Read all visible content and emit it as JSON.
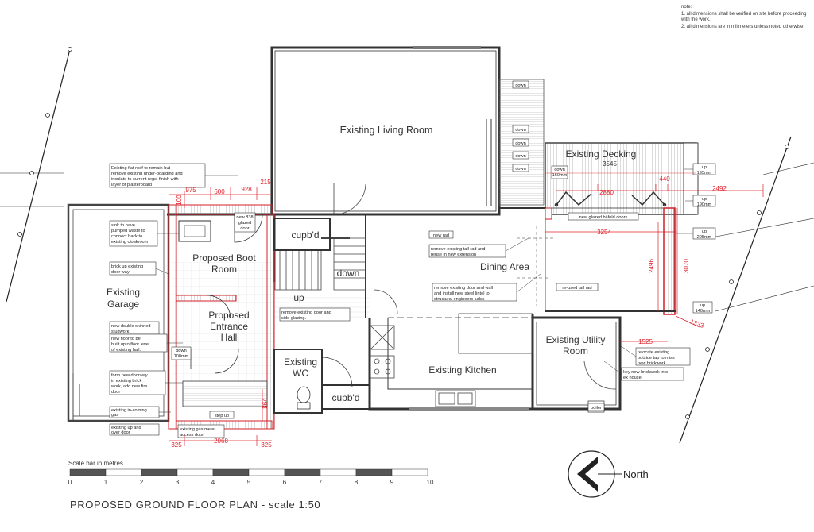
{
  "notes": {
    "heading": "note:",
    "items": [
      "1. all dimensions shall be verified on site before proceeding with the work.",
      "2. all dimensions are in milimeters unless noted otherwise."
    ]
  },
  "rooms": {
    "living": "Existing Living Room",
    "decking": "Existing Decking",
    "dining": "Dining Area",
    "kitchen": "Existing Kitchen",
    "utility_1": "Existing Utility",
    "utility_2": "Room",
    "garage_1": "Existing",
    "garage_2": "Garage",
    "boot_1": "Proposed Boot",
    "boot_2": "Room",
    "entrance_1": "Proposed",
    "entrance_2": "Entrance",
    "entrance_3": "Hall",
    "wc_1": "Existing",
    "wc_2": "WC",
    "cupbd_1": "cupb'd",
    "cupbd_2": "cupb'd",
    "stair_down": "down",
    "stair_up": "up"
  },
  "step_labels": {
    "down": "down",
    "step_up": "step up",
    "boiler": "boiler",
    "new_rad": "new rad",
    "reused_rad": "re-used tall rad",
    "glazed_bifold": "new glazed bi-fold doors",
    "new_838": "new 838",
    "glazed": "glazed",
    "door": "door",
    "down_100": "down",
    "down_100b": "100mm",
    "down_deck_a": "down",
    "down_deck_b": "160mm"
  },
  "callouts": {
    "flat_roof": [
      "Existing flat roof to remain but -",
      "remove existing under-boarding and",
      "insulate to current regs, finish with",
      "layer of plasterboard"
    ],
    "sink": [
      "sink to have",
      "pumped waste to",
      "connect back to",
      "existing cloakroom"
    ],
    "brick_up": [
      "brick up existing",
      "door way"
    ],
    "double_skinned": [
      "new double skinned",
      "studwork"
    ],
    "new_floor": [
      "new floor to be",
      "built upto floor level",
      "of existing hall."
    ],
    "form_doorway": [
      "form new doorway",
      "in existing brick",
      "work, add new fire",
      "door"
    ],
    "incoming_gas": [
      "existing in-coming",
      "gas"
    ],
    "up_over": [
      "existing up and",
      "over door"
    ],
    "gas_meter": [
      "existing gas meter",
      "access door"
    ],
    "remove_door_glazing": [
      "remove existing door and",
      "side glazing."
    ],
    "remove_tall_rad": [
      "remove existing tall rad and",
      "reuse in new extension"
    ],
    "remove_wall": [
      "remove existing door and wall",
      "and install new steel lintel to",
      "structural engineers calcs"
    ],
    "relocate_tap": [
      "relocate existing",
      "outside tap to miss",
      "new brickwork"
    ],
    "key_brickwork": [
      "key new brickwork into",
      "ex house"
    ],
    "up195": [
      "up",
      "195mm"
    ],
    "up190": [
      "up",
      "190mm"
    ],
    "up205": [
      "up",
      "205mm"
    ],
    "up140": [
      "up",
      "140mm"
    ]
  },
  "dimensions": {
    "d975": "975",
    "d600": "600",
    "d928": "928",
    "d215": "215",
    "d100": "100",
    "d3545": "3545",
    "d2880": "2880",
    "d440": "440",
    "d2492": "2492",
    "d3254": "3254",
    "d2496": "2496",
    "d3070": "3070",
    "d1525": "1525",
    "d1333": "1333",
    "d325a": "325",
    "d2068": "2068",
    "d325b": "325",
    "d864": "864"
  },
  "scale_bar": {
    "label": "Scale bar in metres",
    "ticks": [
      "0",
      "1",
      "2",
      "3",
      "4",
      "5",
      "6",
      "7",
      "8",
      "9",
      "10"
    ]
  },
  "north": "North",
  "title": "PROPOSED  GROUND  FLOOR  PLAN - scale 1:50"
}
